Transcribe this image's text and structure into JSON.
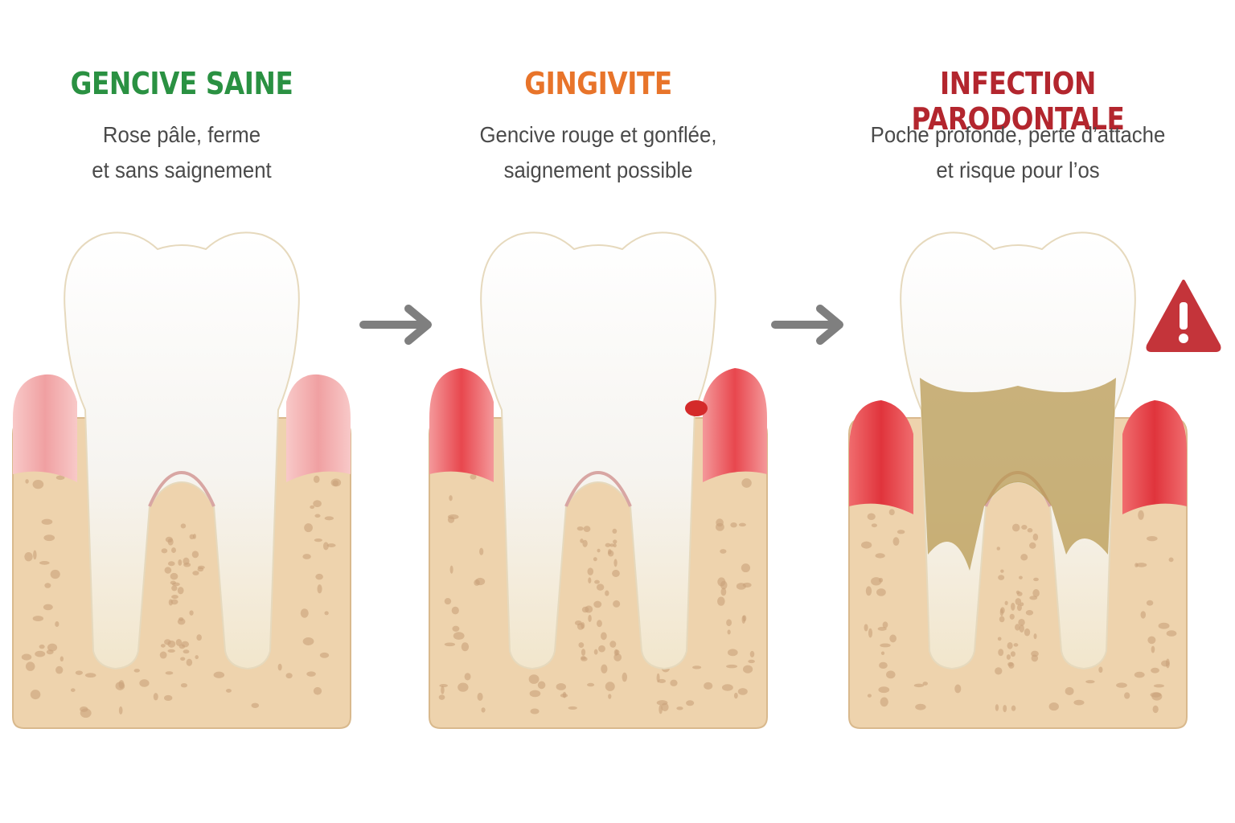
{
  "panels": [
    {
      "title": "GENCIVE SAINE",
      "title_color": "#2a9142",
      "description": [
        "Rose pâle, ferme",
        "et sans saignement"
      ],
      "gum_color": "#f0a0a2",
      "gum_light": "#f8c9c8",
      "stage": "healthy"
    },
    {
      "title": "GINGIVITE",
      "title_color": "#e8742a",
      "description": [
        "Gencive rouge et gonflée,",
        "saignement possible"
      ],
      "gum_color": "#e8474e",
      "gum_light": "#f4989a",
      "stage": "gingivitis"
    },
    {
      "title": "INFECTION PARODONTALE",
      "title_color": "#b3262e",
      "description": [
        "Poche profonde, perte d’attache",
        "et risque pour l’os"
      ],
      "gum_color": "#e0343c",
      "gum_light": "#f06c6e",
      "stage": "periodontitis"
    }
  ],
  "arrows": [
    {
      "icon": "arrow-right-icon",
      "color": "#7f7f7f"
    },
    {
      "icon": "arrow-right-icon",
      "color": "#7f7f7f"
    }
  ],
  "warning": {
    "icon": "warning-triangle-icon",
    "color": "#c4343a"
  },
  "colors": {
    "bone": "#eed3ad",
    "bone_pore": "#c9a27a",
    "enamel": "#ffffff",
    "root": "#f2e6cc",
    "plaque": "#b89a52"
  }
}
